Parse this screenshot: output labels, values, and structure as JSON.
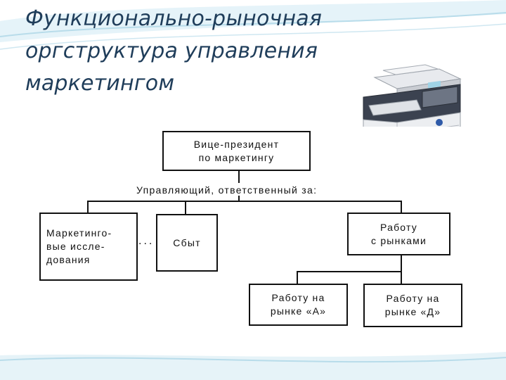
{
  "title": {
    "line1": "Функционально-рыночная",
    "line2": "оргструктура управления",
    "line3": "маркетингом"
  },
  "org": {
    "vp": {
      "line1": "Вице-президент",
      "line2": "по маркетингу"
    },
    "caption": "Управляющий, ответственный за:",
    "research": {
      "line1": "Маркетинго-",
      "line2": "вые иссле-",
      "line3": "дования"
    },
    "dots": "...",
    "sales": "Сбыт",
    "markets": {
      "line1": "Работу",
      "line2": "с рынками"
    },
    "market_a": {
      "line1": "Работу на",
      "line2": "рынке «А»"
    },
    "market_d": {
      "line1": "Работу на",
      "line2": "рынке «Д»"
    }
  }
}
